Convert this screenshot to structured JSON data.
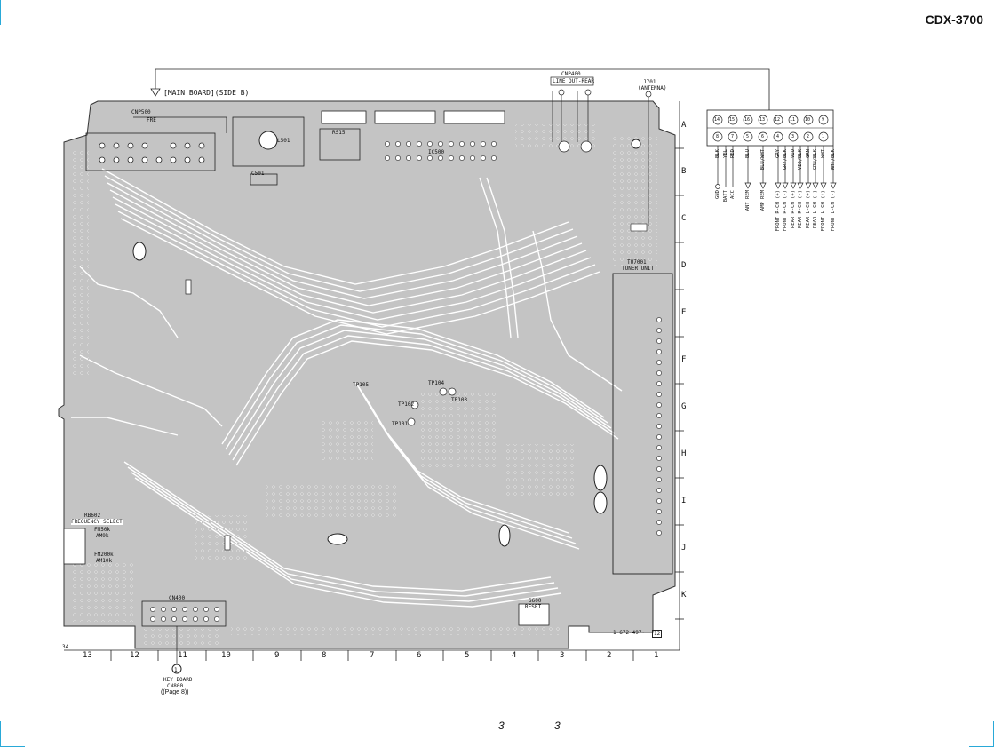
{
  "header": {
    "model": "CDX-3700"
  },
  "board": {
    "title": "[MAIN BOARD](SIDE B)",
    "board_code": "1-672-497-",
    "board_suffix": "12",
    "corner_mark": "34"
  },
  "connectors": {
    "cnp500": "CNP500",
    "cnp500_sub": "FRE",
    "cnp400": "CNP400",
    "cnp400_sub": "LINE OUT-REAR",
    "j701": "J701",
    "j701_sub": "(ANTENNA)",
    "cn400": "CN400",
    "cn400_sub": "((Page 8))",
    "key_board_1": "KEY BOARD",
    "key_board_2": "CN800",
    "l501": "L501",
    "c501": "C501",
    "rs15": "RS15",
    "ic500": "IC500",
    "tuner_1": "TU7001",
    "tuner_2": "TUNER UNIT",
    "s600": "S600",
    "s600_sub": "RESET",
    "freq_1": "RB602",
    "freq_2": "FREQUENCY SELECT",
    "freq_fm": "FM50k",
    "freq_am": "AM9k",
    "freq_fm2": "FM200k",
    "freq_am2": "AM10k"
  },
  "test_points": [
    "TP102",
    "TP101",
    "TP103",
    "TP104",
    "TP105"
  ],
  "row_labels": [
    "A",
    "B",
    "C",
    "D",
    "E",
    "F",
    "G",
    "H",
    "I",
    "J",
    "K"
  ],
  "col_labels": [
    "13",
    "12",
    "11",
    "10",
    "9",
    "8",
    "7",
    "6",
    "5",
    "4",
    "3",
    "2",
    "1"
  ],
  "harness": {
    "pins": [
      "14",
      "15",
      "16",
      "13",
      "12",
      "11",
      "10",
      "9",
      "8",
      "7",
      "5",
      "6",
      "4",
      "3",
      "2",
      "1"
    ],
    "pins_top": [
      "14",
      "15",
      "16",
      "13",
      "12",
      "11",
      "10",
      "9"
    ],
    "pins_bottom": [
      "8",
      "7",
      "5",
      "6",
      "4",
      "3",
      "2",
      "1"
    ],
    "wires": [
      {
        "color": "BLK",
        "func": "GND"
      },
      {
        "color": "YEL",
        "func": "BATT"
      },
      {
        "color": "RED",
        "func": "ACC"
      },
      {
        "color": "BLU",
        "func": "ANT REM"
      },
      {
        "color": "BLU/WHT",
        "func": "AMP REM"
      },
      {
        "color": "GRY",
        "func": "FRONT R-CH (+)"
      },
      {
        "color": "GRY/BLK",
        "func": "FRONT R-CH (-)"
      },
      {
        "color": "VIO",
        "func": "REAR R-CH (+)"
      },
      {
        "color": "VIO/BLK",
        "func": "REAR R-CH (-)"
      },
      {
        "color": "GRN",
        "func": "REAR L-CH (+)"
      },
      {
        "color": "GRN/BLK",
        "func": "REAR L-CH (-)"
      },
      {
        "color": "WHT",
        "func": "FRONT L-CH (+)"
      },
      {
        "color": "WHT/BLK",
        "func": "FRONT L-CH (-)"
      }
    ]
  },
  "footer": {
    "page_left": "3",
    "page_right": "3"
  },
  "colors": {
    "board": "#c4c4c4",
    "trace": "#ffffff",
    "accent": "#29a9d8"
  }
}
